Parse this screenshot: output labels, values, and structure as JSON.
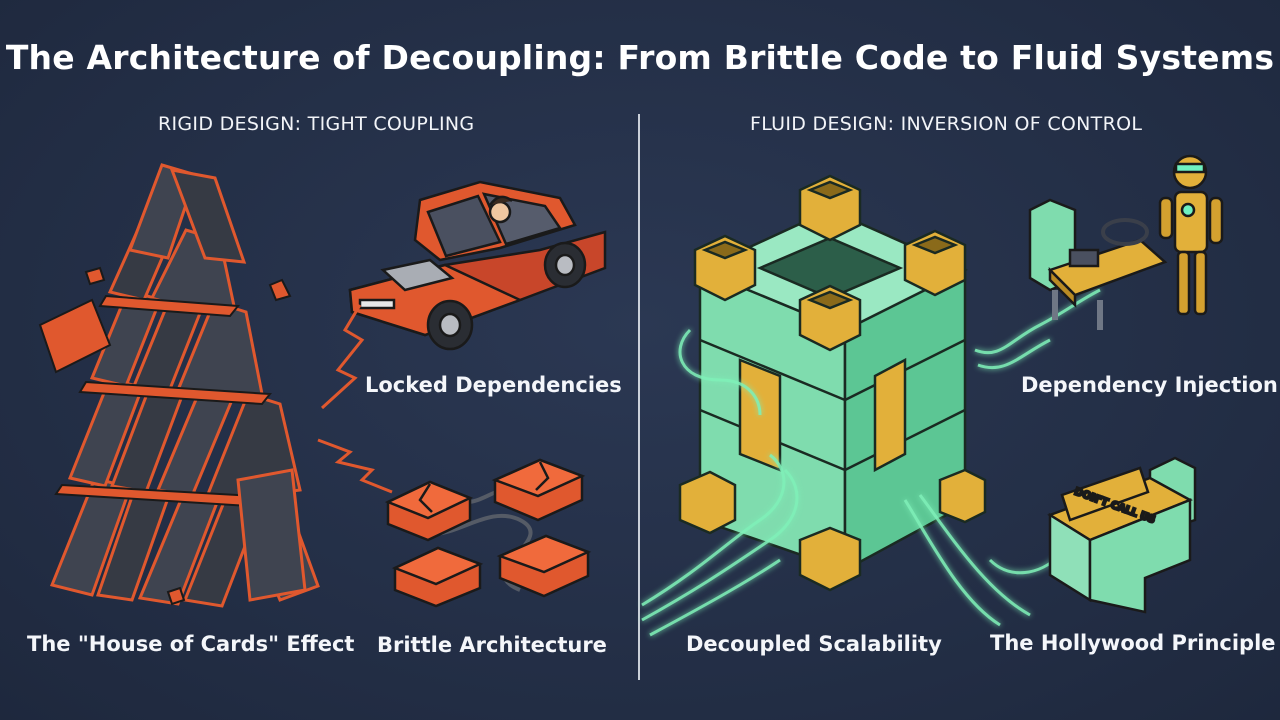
{
  "title": "The Architecture of Decoupling: From Brittle Code to Fluid Systems",
  "left": {
    "heading": "RIGID DESIGN: TIGHT COUPLING",
    "labels": {
      "locked": "Locked Dependencies",
      "house": "The \"House of Cards\" Effect",
      "brittle": "Brittle Architecture"
    }
  },
  "right": {
    "heading": "FLUID DESIGN: INVERSION OF CONTROL",
    "labels": {
      "injection": "Dependency Injection",
      "scalability": "Decoupled Scalability",
      "hollywood": "The Hollywood Principle"
    },
    "sign_text": "DON'T CALL US"
  },
  "colors": {
    "background": "#243047",
    "rigid_orange": "#e0582e",
    "fluid_green": "#7fdcae",
    "gold": "#e2b03a"
  }
}
